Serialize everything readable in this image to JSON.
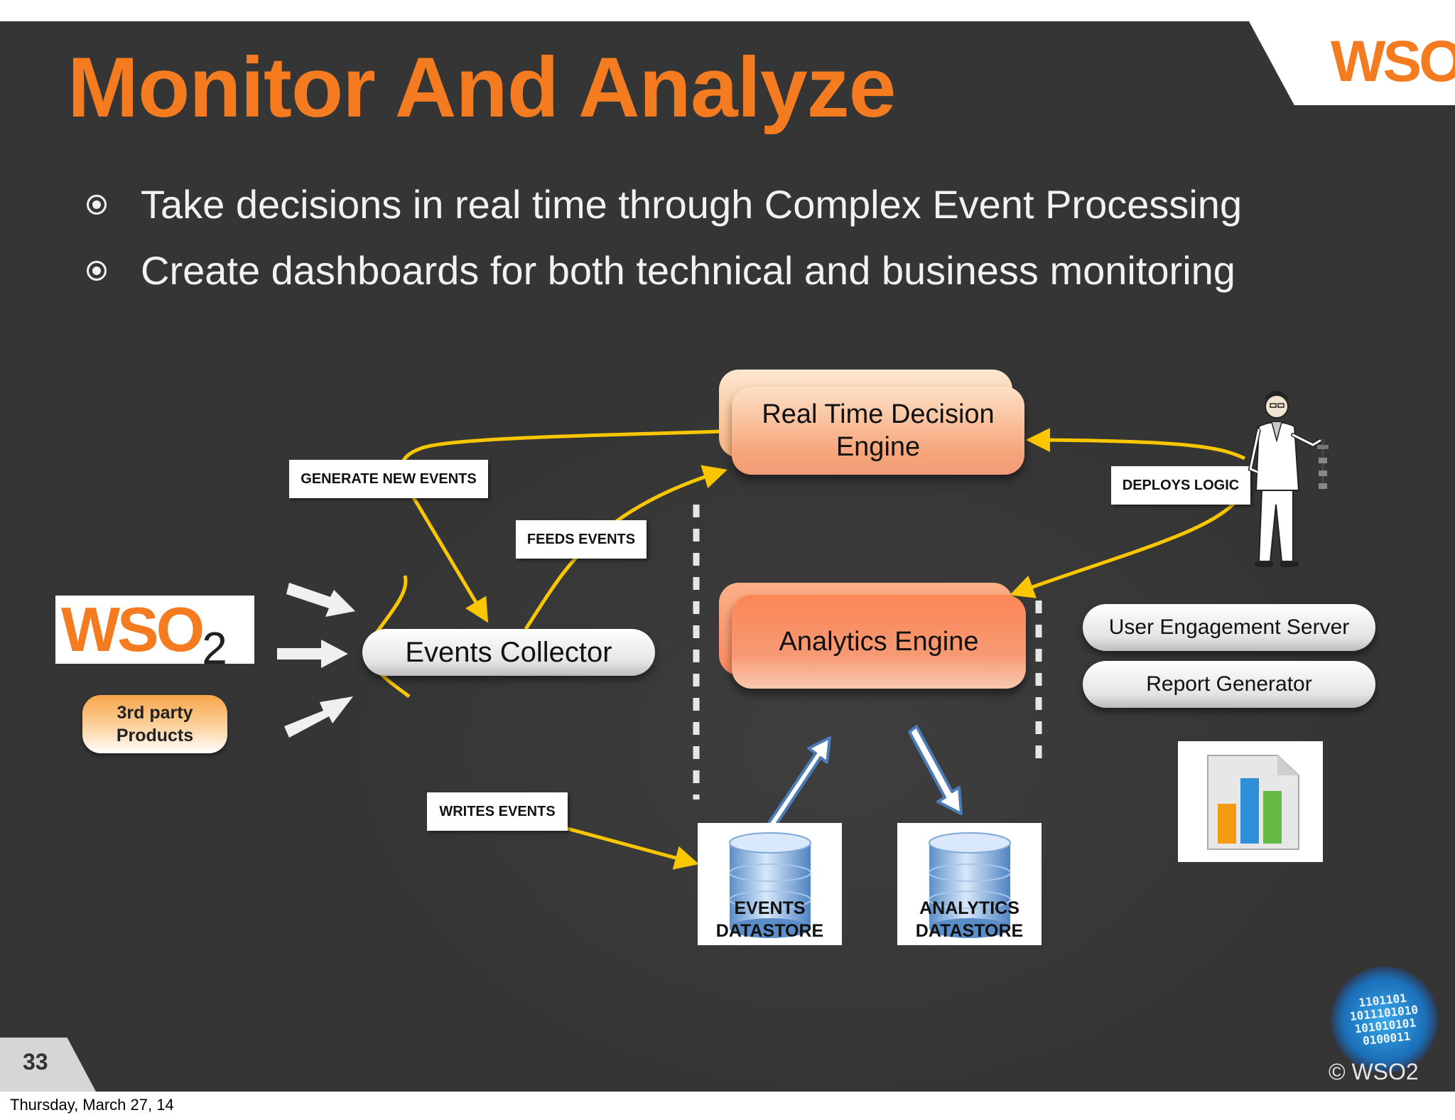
{
  "slide": {
    "title": "Monitor And Analyze",
    "bullets": [
      "Take decisions in real time through Complex Event Processing",
      "Create dashboards for both technical and business monitoring"
    ],
    "page_number": "33",
    "copyright": "© WSO2",
    "date": "Thursday, March 27, 14",
    "brand_color": "#f47b20"
  },
  "logo": {
    "text": "WSO",
    "subscript": "2"
  },
  "diagram": {
    "real_time_engine": "Real Time Decision Engine",
    "analytics_engine": "Analytics Engine",
    "events_collector": "Events Collector",
    "third_party": "3rd party Products",
    "labels": {
      "generate_new_events": "GENERATE NEW EVENTS",
      "feeds_events": "FEEDS EVENTS",
      "deploys_logic": "DEPLOYS LOGIC",
      "writes_events": "WRITES EVENTS"
    },
    "user_engagement_server": "User Engagement Server",
    "report_generator": "Report Generator",
    "events_datastore": [
      "EVENTS",
      "DATASTORE"
    ],
    "analytics_datastore": [
      "ANALYTICS",
      "DATASTORE"
    ],
    "binary_badge": [
      "1101101",
      "1011101010",
      "101010101",
      "0100011"
    ]
  }
}
